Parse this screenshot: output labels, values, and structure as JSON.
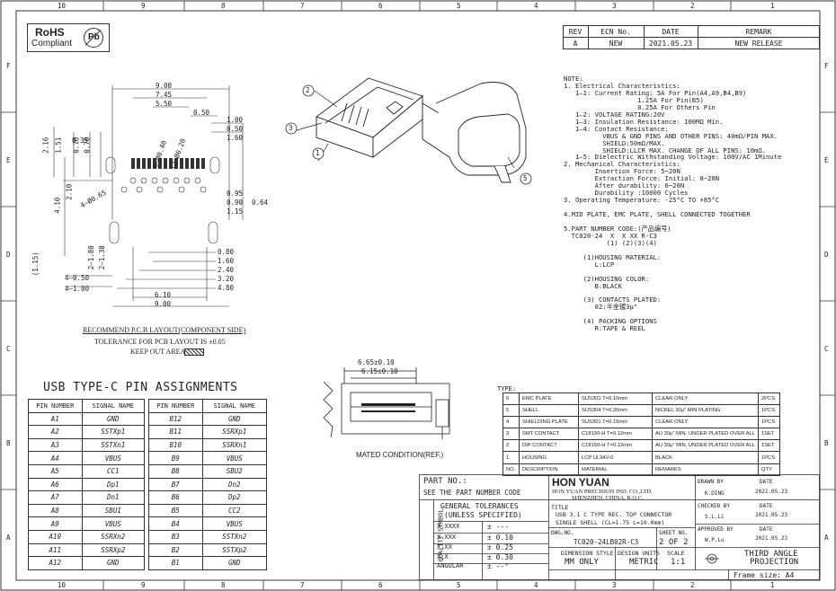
{
  "border": {
    "top_numbers": [
      "10",
      "9",
      "8",
      "7",
      "6",
      "5",
      "4",
      "3",
      "2",
      "1"
    ],
    "bottom_numbers": [
      "10",
      "9",
      "8",
      "7",
      "6",
      "5",
      "4",
      "3",
      "2",
      "1"
    ],
    "side_letters": [
      "F",
      "E",
      "D",
      "C",
      "B",
      "A"
    ]
  },
  "rohs": {
    "line1": "RoHS",
    "line2": "Compliant",
    "pb": "Pb"
  },
  "revision": {
    "headers": [
      "REV",
      "ECN No.",
      "DATE",
      "REMARK"
    ],
    "row": [
      "A",
      "NEW",
      "2021.05.23",
      "NEW RELEASE"
    ]
  },
  "notes": [
    "NOTE:",
    "1. Electrical Characteristics:",
    "   1—1: Current Rating: 5A For Pin(A4,A9,B4,B9)",
    "                   1.25A For Pin(B5)",
    "                   0.25A For Others Pin",
    "   1—2: VOLTAGE RATING:20V",
    "   1—3: Insulation Resistance: 100MΩ Min.",
    "   1—4: Contact Resistance:",
    "          VBUS & GND PINS AND OTHER PINS: 40mΩ/PIN MAX.",
    "          SHIELD:50mΩ/MAX.",
    "          SHIELD:LLCR MAX. CHANGE OF ALL PINS: 10mΩ.",
    "   1—5: Dielectric Withstanding Voltage: 100V/AC 1Minute",
    "2. Mechanical Characteristics:",
    "        Insertion Force: 5~20N",
    "        Extraction Force: Initial: 8~20N",
    "        After durability: 6~20N",
    "        Durability :10000 Cycles",
    "3. Operating Temperature: -25°C TO +85°C",
    "",
    "4.MID PLATE, EMC PLATE, SHELL CONNECTED TOGETHER",
    "",
    "5.PART NUMBER CODE:(产品编号)",
    "  TC020-24  X  X XX R-C3",
    "           (1) (2)(3)(4)",
    "",
    "     (1)HOUSING MATERIAL:",
    "        L:LCP",
    "",
    "     (2)HOUSING COLOR:",
    "        B:BLACK",
    "",
    "     (3) CONTACTS PLATED:",
    "        02:半金镀3μ\"",
    "",
    "     (4) PACKING OPTIONS",
    "        R:TAPE & REEL"
  ],
  "pcb_layout": {
    "dims_top": [
      "9.00",
      "7.45",
      "5.50",
      "0.50",
      "1.00",
      "0.50",
      "1.60"
    ],
    "dims_right": [
      "0.95",
      "0.90",
      "1.15",
      "0.64"
    ],
    "dims_bottom_right": [
      "0.80",
      "1.60",
      "2.40",
      "3.20",
      "4.80"
    ],
    "dims_bottom": [
      "6.10",
      "9.00"
    ],
    "dims_left": [
      "2.16",
      "1.51",
      "0.70",
      "0.35",
      "0.70",
      "4.10",
      "2.10",
      "(1.15)",
      "2—1.80",
      "2—1.30",
      "4—0.50",
      "4—1.00"
    ],
    "dims_misc": [
      "8—Ø0.40",
      "12—Ø0.20",
      "4—Ø0.65"
    ],
    "caption1": "RECOMMEND P.C.B LAYOUT(COMPONENT SIDE)",
    "caption2": "TOLERANCE FOR PCB LAYOUT IS ±0.05",
    "caption3": "KEEP OUT AREA"
  },
  "iso_view": {
    "callouts": [
      "1",
      "2",
      "3",
      "5"
    ]
  },
  "mated": {
    "dims": [
      "6.65±0.10",
      "6.15±0.10"
    ],
    "caption": "MATED CONDITION(REF.)"
  },
  "pin_assignments": {
    "title": "USB TYPE-C PIN ASSIGNMENTS",
    "headers": [
      "PIN NUMBER",
      "SIGNAL NAME",
      "PIN NUMBER",
      "SIGNAL NAME"
    ],
    "rows": [
      [
        "A1",
        "GND",
        "B12",
        "GND"
      ],
      [
        "A2",
        "SSTXp1",
        "B11",
        "SSRXp1"
      ],
      [
        "A3",
        "SSTXn1",
        "B10",
        "SSRXn1"
      ],
      [
        "A4",
        "VBUS",
        "B9",
        "VBUS"
      ],
      [
        "A5",
        "CC1",
        "B8",
        "SBU2"
      ],
      [
        "A6",
        "Dp1",
        "B7",
        "Dn2"
      ],
      [
        "A7",
        "Dn1",
        "B6",
        "Dp2"
      ],
      [
        "A8",
        "SBU1",
        "B5",
        "CC2"
      ],
      [
        "A9",
        "VBUS",
        "B4",
        "VBUS"
      ],
      [
        "A10",
        "SSRXn2",
        "B3",
        "SSTXn2"
      ],
      [
        "A11",
        "SSRXp2",
        "B2",
        "SSTXp2"
      ],
      [
        "A12",
        "GND",
        "B1",
        "GND"
      ]
    ]
  },
  "bom": {
    "title": "TYPE:",
    "rows": [
      [
        "6",
        "EMC PLATE",
        "SUS301 T=0.10mm",
        "CLEAR ONLY",
        "2PCS"
      ],
      [
        "5",
        "SHELL",
        "SUS304 T=0.20mm",
        "NICKEL 30μ\" MIN PLATING",
        "1PCS"
      ],
      [
        "4",
        "SHIELDING PLATE",
        "SUS301 T=0.15mm",
        "CLEAR ONLY",
        "1PCS"
      ],
      [
        "3",
        "SMT CONTACT",
        "C18150-H T=0.12mm",
        "AU 30μ\" MIN. UNDER PLATED OVER ALL",
        "1SET"
      ],
      [
        "2",
        "DIP CONTACT",
        "C18150-H T=0.12mm",
        "AU 30μ\" MIN. UNDER PLATED OVER ALL",
        "1SET"
      ],
      [
        "1",
        "HOUSING",
        "LCP UL94V-0",
        "BLACK",
        "1PCS"
      ],
      [
        "NO.",
        "DESCRIPTION",
        "MATERIAL",
        "REMARKS",
        "QTY"
      ]
    ]
  },
  "title_block": {
    "part_no_label": "PART NO.:",
    "part_no_value": "SEE THE PART NUMBER CODE",
    "company": "HON YUAN",
    "company_sub1": "HON YUAN PRECISION IND. CO.,LTD.",
    "company_sub2": "SHENZHEN, CHINA, R.O.C.",
    "quality_symbol": "QUALITY SYMBOL",
    "tol_title1": "GENERAL TOLERANCES",
    "tol_title2": "(UNLESS SPECIFIED)",
    "tolerances": [
      [
        "X.XXXX",
        "± ---"
      ],
      [
        "X.XXX",
        "± 0.10"
      ],
      [
        "X.XX",
        "± 0.25"
      ],
      [
        "X.X",
        "± 0.30"
      ],
      [
        "ANGULAR",
        "± --°"
      ]
    ],
    "title_label": "TITLE",
    "title_line1": "USB 3.1 C TYPE REC. TOP CONNECTOR",
    "title_line2": "SINGLE SHELL (CL=1.75 L=10.0mm)",
    "dwg_label": "DWG.NO.",
    "dwg_no": "TC020-24LB02R-C3",
    "sheet_label": "SHEET NO.",
    "sheet_value": "2 OF 2",
    "dim_style_label": "DIMENSION STYLE",
    "dim_style": "MM ONLY",
    "design_units_label": "DESIGN UNITS",
    "design_units": "METRIC",
    "scale_label": "SCALE",
    "scale": "1:1",
    "drawn_by": "DRAWN BY",
    "drawn_name": "K.DING",
    "checked_by": "CHECKED BY",
    "checked_name": "S.L.Li",
    "approved_by": "APPROVED BY",
    "approved_name": "W.P.Lu",
    "date_label": "DATE",
    "date_value": "2021.05.23",
    "projection1": "THIRD ANGLE",
    "projection2": "PROJECTION",
    "frame": "Frame size: A4"
  }
}
